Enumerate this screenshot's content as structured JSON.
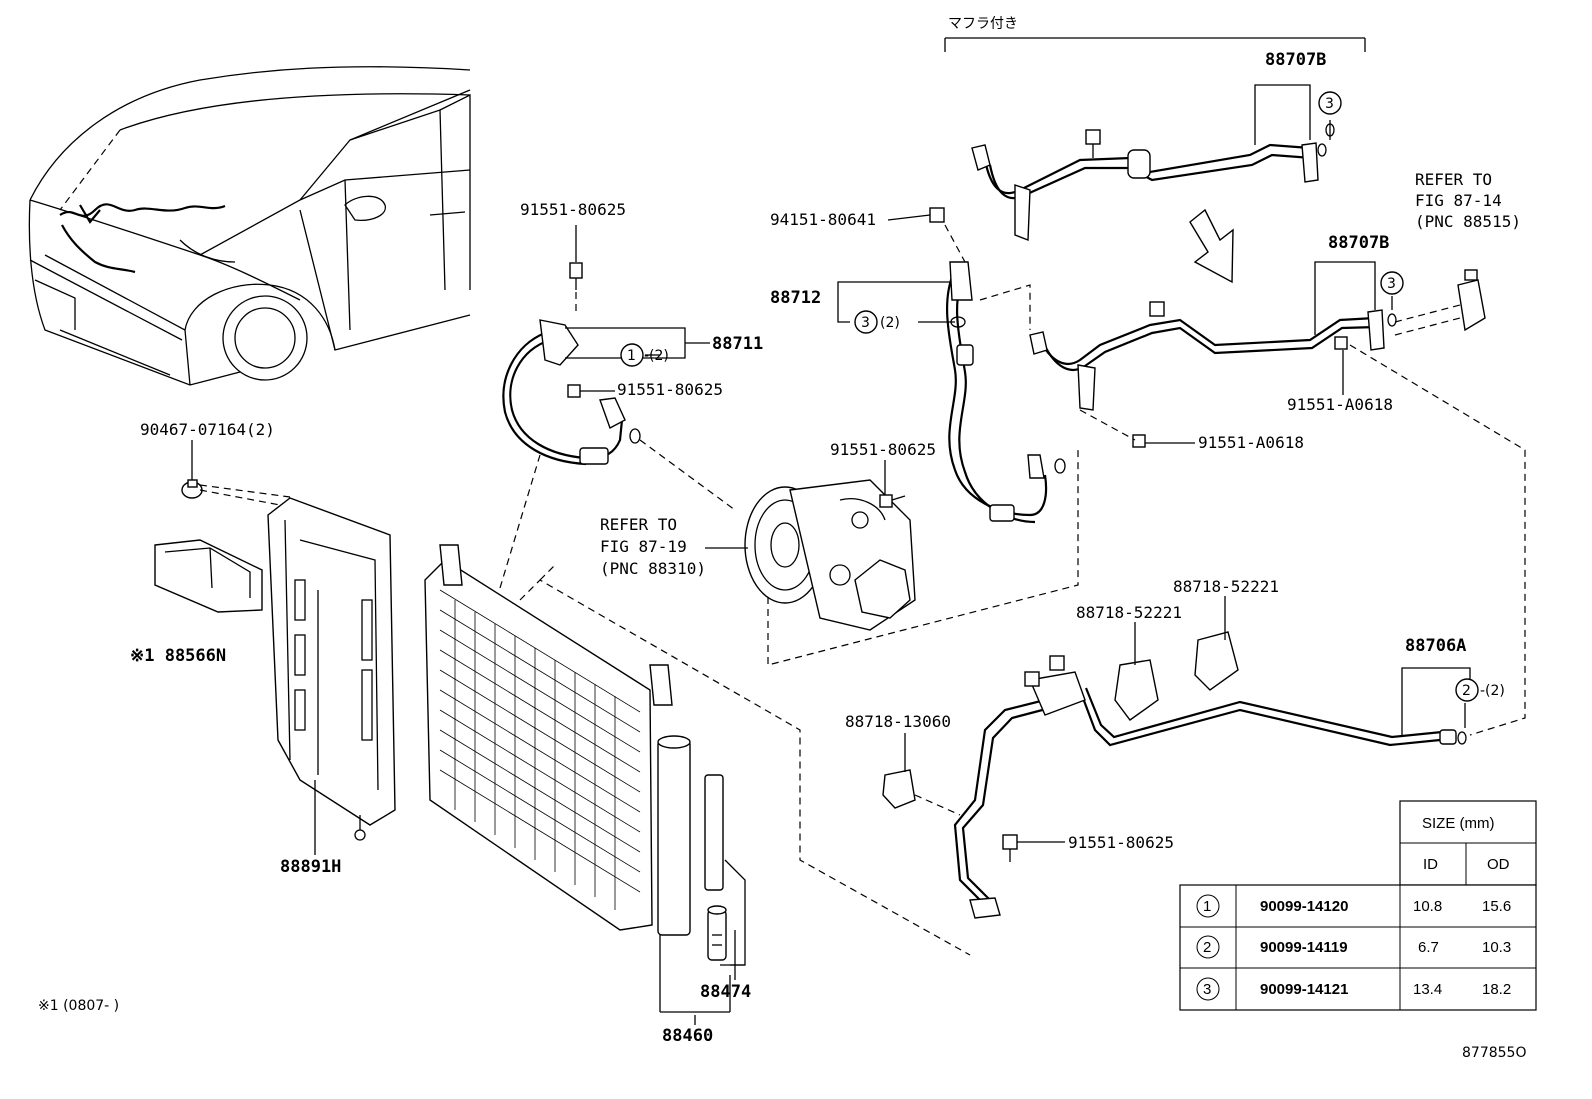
{
  "diagram": {
    "muffler_label": "マフラ付き",
    "diagram_id": "877855O",
    "footnote": "※1 (0807-     )"
  },
  "labels": {
    "p88707B_top": "88707B",
    "p88707B_mid": "88707B",
    "p94151": "94151-80641",
    "p88712": "88712",
    "p88712_ring": "(2)",
    "p91551_a": "91551-80625",
    "p88711": "88711",
    "p88711_ring": "-(2)",
    "p91551_b": "91551-80625",
    "p90467": "90467-07164(2)",
    "p88566N": "※1 88566N",
    "p88891H": "88891H",
    "p88460": "88460",
    "p88474": "88474",
    "p91551_c": "91551-80625",
    "p91551_A0618_a": "91551-A0618",
    "p91551_A0618_b": "91551-A0618",
    "refer_88515_1": "REFER TO",
    "refer_88515_2": "FIG 87-14",
    "refer_88515_3": "(PNC 88515)",
    "refer_88310_1": "REFER TO",
    "refer_88310_2": "FIG 87-19",
    "refer_88310_3": "(PNC 88310)",
    "p88718_52221_a": "88718-52221",
    "p88718_52221_b": "88718-52221",
    "p88718_13060": "88718-13060",
    "p88706A": "88706A",
    "p88706A_ring": "-(2)",
    "p91551_d": "91551-80625"
  },
  "callouts": {
    "c1": "1",
    "c2": "2",
    "c3": "3"
  },
  "size_table": {
    "header": "SIZE (mm)",
    "col_id": "ID",
    "col_od": "OD",
    "rows": [
      {
        "mark": "1",
        "part": "90099-14120",
        "id": "10.8",
        "od": "15.6"
      },
      {
        "mark": "2",
        "part": "90099-14119",
        "id": "6.7",
        "od": "10.3"
      },
      {
        "mark": "3",
        "part": "90099-14121",
        "id": "13.4",
        "od": "18.2"
      }
    ]
  }
}
